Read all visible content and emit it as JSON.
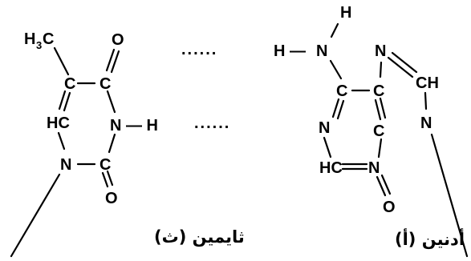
{
  "labels": {
    "left_caption": "ثايمين (ث)",
    "right_caption": "أدنين (أ)",
    "dots": "......",
    "atoms": {
      "C": "C",
      "N": "N",
      "O": "O",
      "H": "H",
      "H3C_main": "H",
      "H3C_sub": "3",
      "H3C_end": "C",
      "HC": "HC",
      "CH": "CH",
      "N_H": "N — H",
      "H_N": "H —"
    }
  }
}
